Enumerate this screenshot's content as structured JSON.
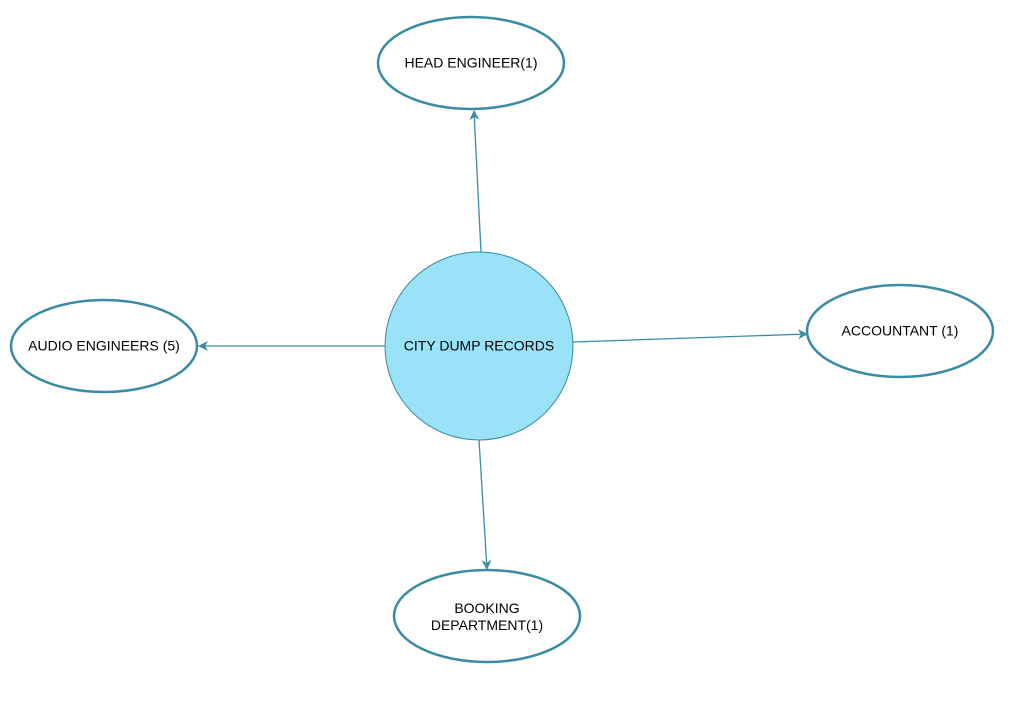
{
  "center": {
    "label": "CITY DUMP RECORDS"
  },
  "nodes": [
    {
      "id": "head",
      "label": "HEAD ENGINEER(1)"
    },
    {
      "id": "audio",
      "label": "AUDIO ENGINEERS (5)"
    },
    {
      "id": "accountant",
      "label": "ACCOUNTANT (1)"
    },
    {
      "id": "booking",
      "label_line1": "BOOKING",
      "label_line2": "DEPARTMENT(1)"
    }
  ],
  "colors": {
    "center_fill": "#99e2f7",
    "stroke": "#3a8ba6"
  }
}
